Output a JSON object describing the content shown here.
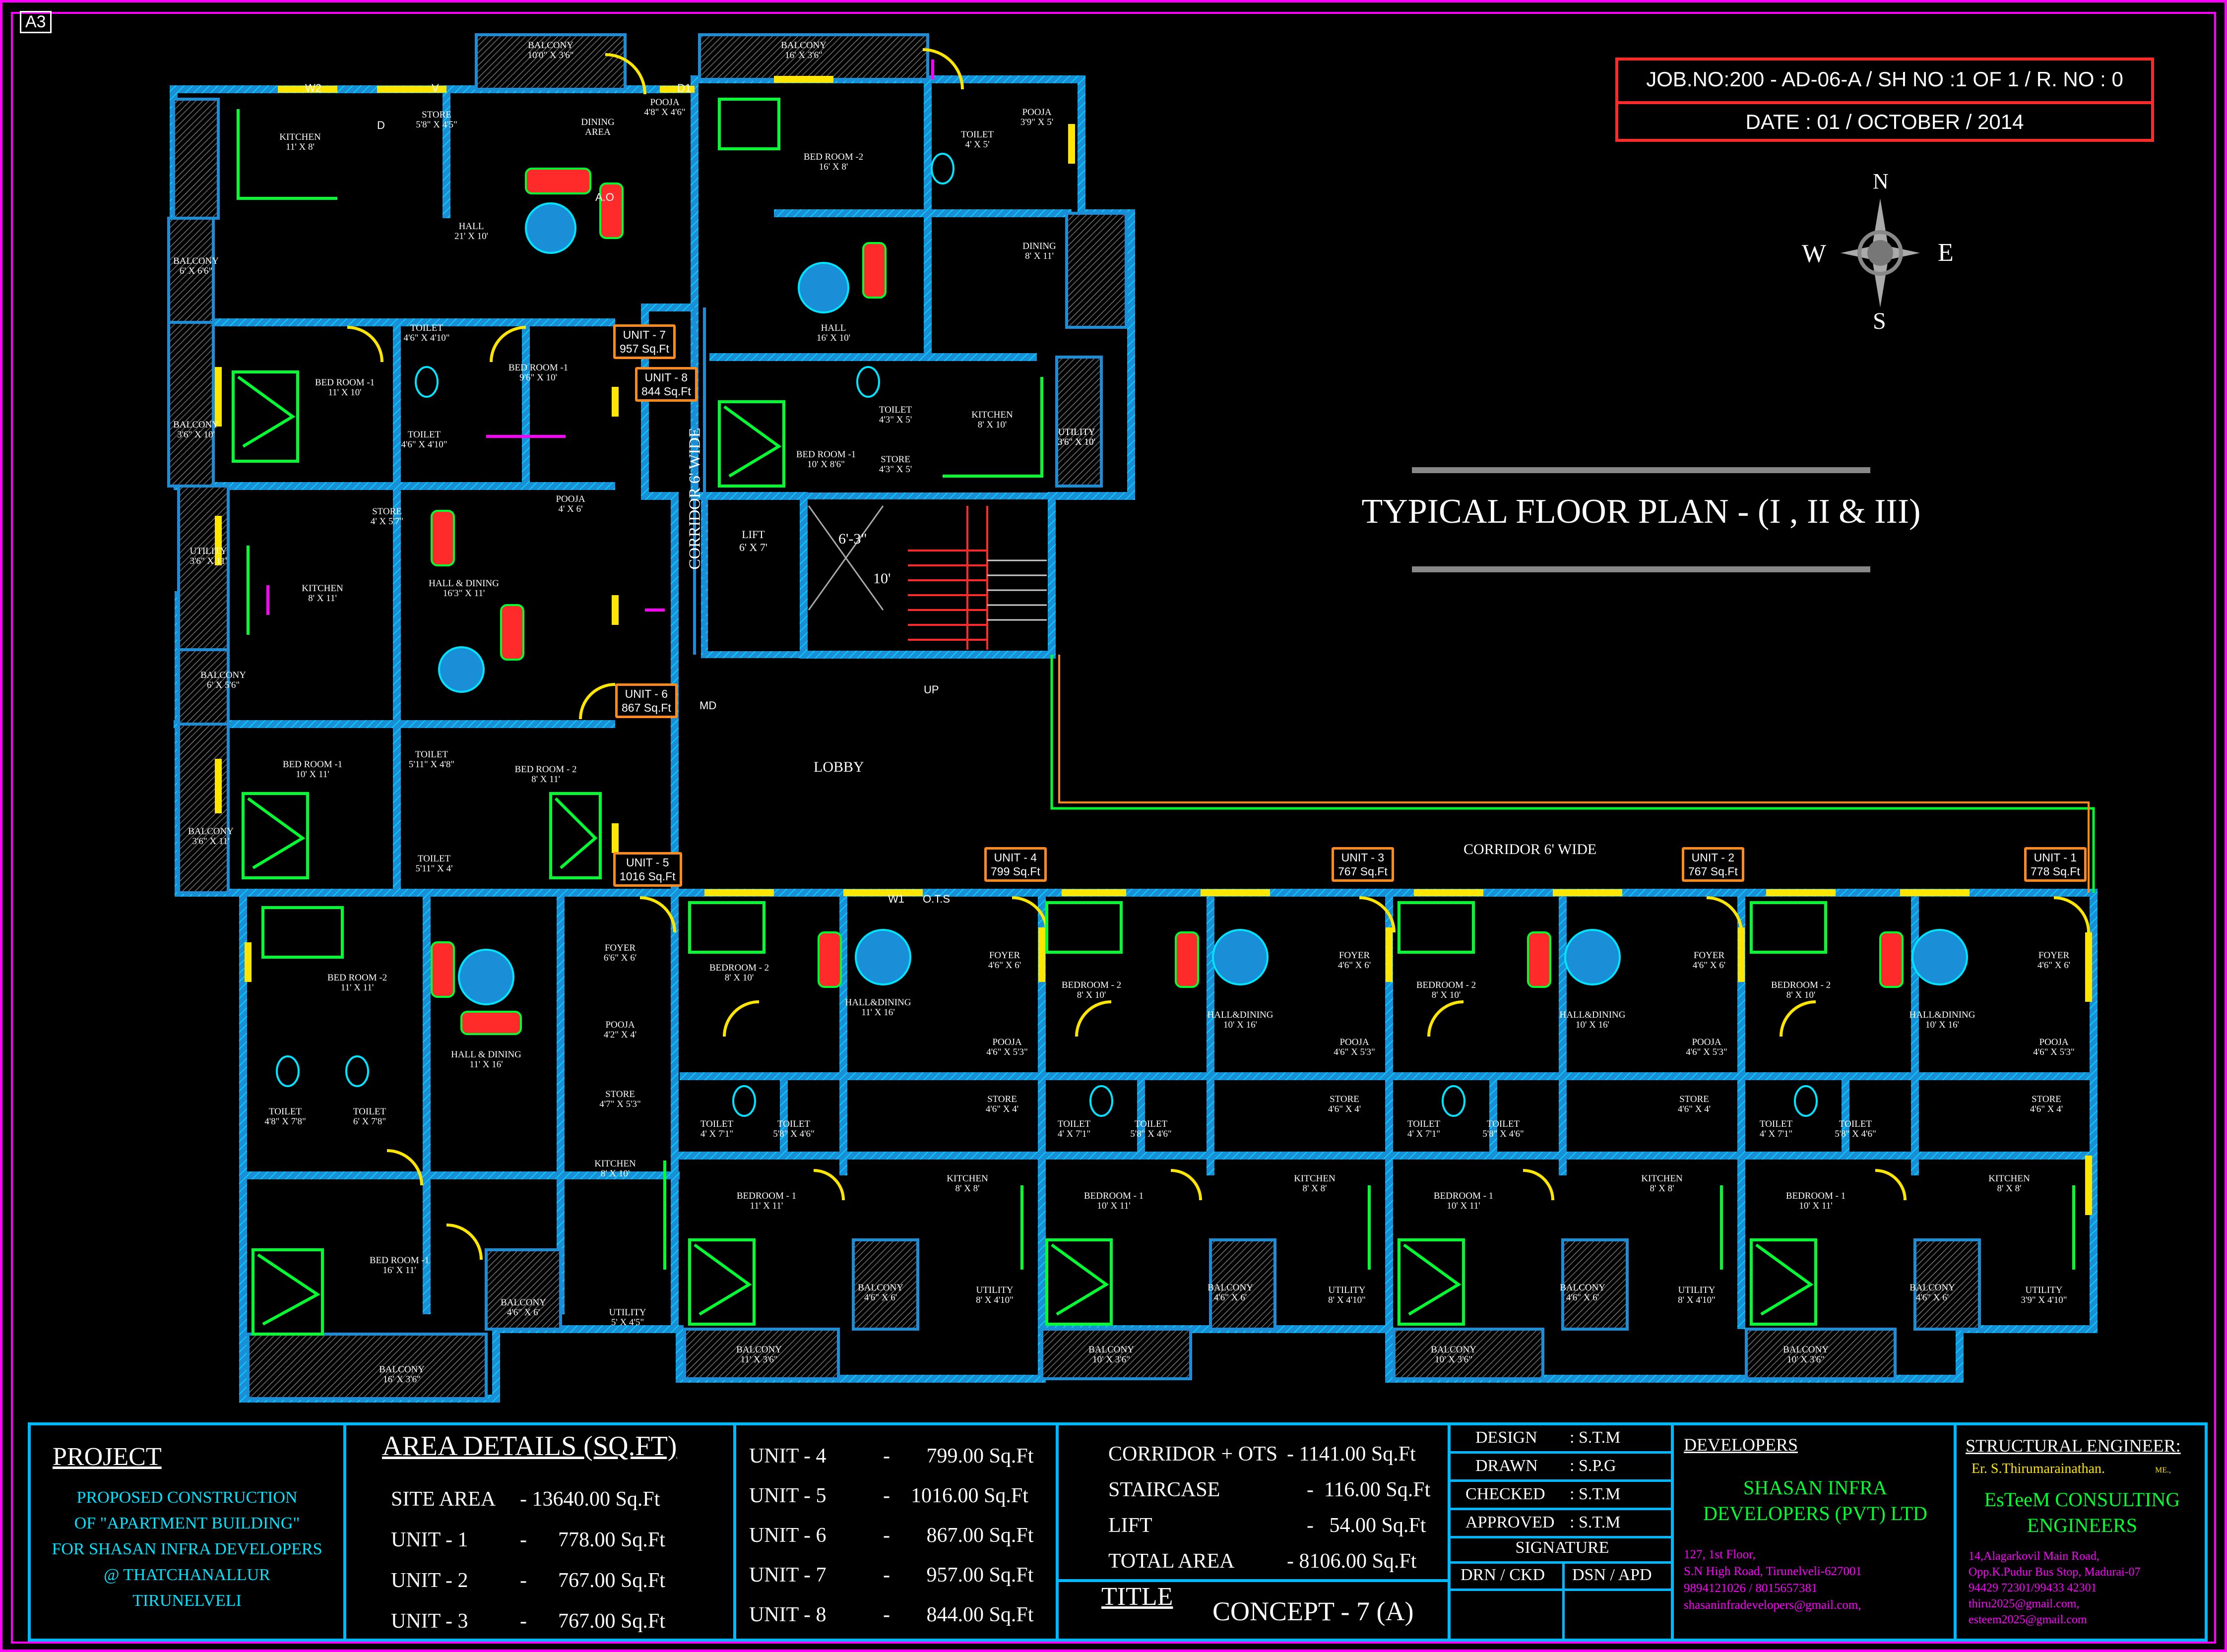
{
  "sheet": {
    "size_tag": "A3"
  },
  "job_box": {
    "job_line": "JOB.NO:200 - AD-06-A / SH NO :1 OF 1 / R. NO : 0",
    "date_line": "DATE : 01 / OCTOBER / 2014"
  },
  "compass": {
    "n": "N",
    "s": "S",
    "e": "E",
    "w": "W"
  },
  "drawing_title": "TYPICAL FLOOR PLAN - (I , II & III)",
  "plan_labels": {
    "corridor_vertical": "CORRIDOR 6' WIDE",
    "corridor_horizontal": "CORRIDOR 6' WIDE",
    "lobby": "LOBBY",
    "lift": "LIFT\n6' X 7'",
    "stair_width": "6'-3\"",
    "stair_len": "10'",
    "up": "UP"
  },
  "units_tags": [
    {
      "name": "UNIT - 7",
      "area": "957 Sq.Ft"
    },
    {
      "name": "UNIT - 8",
      "area": "844 Sq.Ft"
    },
    {
      "name": "UNIT - 6",
      "area": "867 Sq.Ft"
    },
    {
      "name": "UNIT - 5",
      "area": "1016 Sq.Ft"
    },
    {
      "name": "UNIT - 4",
      "area": "799 Sq.Ft"
    },
    {
      "name": "UNIT - 3",
      "area": "767 Sq.Ft"
    },
    {
      "name": "UNIT - 2",
      "area": "767 Sq.Ft"
    },
    {
      "name": "UNIT - 1",
      "area": "778 Sq.Ft"
    }
  ],
  "rooms": [
    "BALCONY\n10'0\" X 3'6\"",
    "BALCONY\n16' X 3'6\"",
    "KITCHEN\n11' X 8'",
    "STORE\n5'8\" X 4'5\"",
    "DINING\nAREA",
    "POOJA\n4'8\" X 4'6\"",
    "BED ROOM -2\n16' X 8'",
    "TOILET\n4' X 5'",
    "POOJA\n3'9\" X 5'",
    "UTILITY\n3'6\" X 10'",
    "HALL\n21' X 10'",
    "BALCONY\n6' X 6'6\"",
    "DINING\n8' X 11'",
    "HALL\n16' X 10'",
    "BED ROOM -1\n11' X 10'",
    "TOILET\n4'6\" X 4'10\"",
    "BED ROOM -1\n9'6\" X 10'",
    "TOILET\n4'6\" X 4'10\"",
    "BALCONY\n3'6\" X 10'",
    "BED ROOM -1\n10' X 8'6\"",
    "TOILET\n4'3\" X 5'",
    "STORE\n4'3\" X 5'",
    "KITCHEN\n8' X 10'",
    "UTILITY\n3'6\" X 10'",
    "STORE\n4' X 5'7\"",
    "POOJA\n4' X 6'",
    "UTILITY\n3'6\" X 11'",
    "KITCHEN\n8' X 11'",
    "HALL & DINING\n16'3\" X 11'",
    "BALCONY\n6' X 5'6\"",
    "BED ROOM -1\n10' X 11'",
    "TOILET\n5'11\" X 4'8\"",
    "BED ROOM - 2\n8' X 11'",
    "BALCONY\n3'6\" X 11'",
    "TOILET\n5'11\" X 4'",
    "BED ROOM -2\n11' X 11'",
    "FOYER\n6'6\" X 6'",
    "HALL & DINING\n11' X 16'",
    "POOJA\n4'2\" X 4'",
    "TOILET\n4'8\" X 7'8\"",
    "TOILET\n6' X 7'8\"",
    "STORE\n4'7\" X 5'3\"",
    "KITCHEN\n8' X 10'",
    "BED ROOM -1\n16' X 11'",
    "BALCONY\n4'6\" X 6'",
    "UTILITY\n5' X 4'5\"",
    "BALCONY\n16' X 3'6\"",
    "BEDROOM - 2\n8' X 10'",
    "FOYER\n4'6\" X 6'",
    "HALL&DINING\n11' X 16'",
    "POOJA\n4'6\" X 5'3\"",
    "TOILET\n4' X 7'1\"",
    "TOILET\n5'8\" X 4'6\"",
    "STORE\n4'6\" X 4'",
    "BEDROOM - 1\n11' X 11'",
    "KITCHEN\n8' X 8'",
    "BALCONY\n4'6\" X 6'",
    "UTILITY\n8' X 4'10\"",
    "BALCONY\n11' X 3'6\"",
    "BEDROOM - 2\n8' X 10'",
    "FOYER\n4'6\" X 6'",
    "HALL&DINING\n10' X 16'",
    "POOJA\n4'6\" X 5'3\"",
    "TOILET\n4' X 7'1\"",
    "TOILET\n5'8\" X 4'6\"",
    "STORE\n4'6\" X 4'",
    "BEDROOM - 1\n10' X 11'",
    "KITCHEN\n8' X 8'",
    "BALCONY\n4'6\" X 6'",
    "UTILITY\n8' X 4'10\"",
    "BALCONY\n10' X 3'6\"",
    "BEDROOM - 2\n8' X 10'",
    "FOYER\n4'6\" X 6'",
    "HALL&DINING\n10' X 16'",
    "POOJA\n4'6\" X 5'3\"",
    "TOILET\n4' X 7'1\"",
    "TOILET\n5'8\" X 4'6\"",
    "STORE\n4'6\" X 4'",
    "BEDROOM - 1\n10' X 11'",
    "KITCHEN\n8' X 8'",
    "BALCONY\n4'6\" X 6'",
    "UTILITY\n8' X 4'10\"",
    "BALCONY\n10' X 3'6\"",
    "BEDROOM - 2\n8' X 10'",
    "FOYER\n4'6\" X 6'",
    "HALL&DINING\n10' X 16'",
    "POOJA\n4'6\" X 5'3\"",
    "TOILET\n4' X 7'1\"",
    "TOILET\n5'8\" X 4'6\"",
    "STORE\n4'6\" X 4'",
    "BEDROOM - 1\n10' X 11'",
    "KITCHEN\n8' X 8'",
    "BALCONY\n4'6\" X 6'",
    "UTILITY\n3'9\" X 4'10\"",
    "BALCONY\n10' X 3'6\""
  ],
  "door_tags": [
    "W2",
    "V",
    "D1",
    "D",
    "A.O",
    "MD",
    "W1",
    "O.T.S"
  ],
  "footer": {
    "project_heading": "PROJECT",
    "project_lines": [
      "PROPOSED CONSTRUCTION",
      "OF \"APARTMENT BUILDING\"",
      "FOR SHASAN INFRA DEVELOPERS",
      "@ THATCHANALLUR",
      "TIRUNELVELI"
    ],
    "area_heading": "AREA DETAILS (SQ.FT)",
    "area_left": [
      {
        "label": "SITE AREA",
        "value": "- 13640.00 Sq.Ft"
      },
      {
        "label": "UNIT - 1",
        "value": "-      778.00 Sq.Ft"
      },
      {
        "label": "UNIT - 2",
        "value": "-      767.00 Sq.Ft"
      },
      {
        "label": "UNIT - 3",
        "value": "-      767.00 Sq.Ft"
      }
    ],
    "area_mid": [
      {
        "label": "UNIT - 4",
        "value": "-       799.00 Sq.Ft"
      },
      {
        "label": "UNIT - 5",
        "value": "-    1016.00 Sq.Ft"
      },
      {
        "label": "UNIT - 6",
        "value": "-       867.00 Sq.Ft"
      },
      {
        "label": "UNIT - 7",
        "value": "-       957.00 Sq.Ft"
      },
      {
        "label": "UNIT - 8",
        "value": "-       844.00 Sq.Ft"
      }
    ],
    "area_right": [
      {
        "label": "CORRIDOR + OTS",
        "value": "- 1141.00 Sq.Ft"
      },
      {
        "label": "STAIRCASE",
        "value": "-  116.00 Sq.Ft"
      },
      {
        "label": "LIFT",
        "value": "-   54.00 Sq.Ft"
      },
      {
        "label": "TOTAL AREA",
        "value": "- 8106.00 Sq.Ft"
      }
    ],
    "title_heading": "TITLE",
    "title_value": "CONCEPT - 7 (A)",
    "sign_rows": [
      {
        "label": "DESIGN",
        "value": ": S.T.M"
      },
      {
        "label": "DRAWN",
        "value": ": S.P.G"
      },
      {
        "label": "CHECKED",
        "value": ": S.T.M"
      },
      {
        "label": "APPROVED",
        "value": ": S.T.M"
      }
    ],
    "signature": "SIGNATURE",
    "drn_ckd": "DRN / CKD",
    "dsn_apd": "DSN / APD",
    "developers_heading": "DEVELOPERS",
    "developer_name": "SHASAN INFRA\nDEVELOPERS (PVT) LTD",
    "developer_address": [
      "127, 1st Floor,",
      "S.N High Road, Tirunelveli-627001",
      "9894121026 / 8015657381",
      "shasaninfradevelopers@gmail.com,"
    ],
    "structural_heading": "STRUCTURAL ENGINEER:",
    "engineer_name": "Er. S.Thirumarainathan.",
    "engineer_degree": "ME.,",
    "firm_name": "EsTeeM CONSULTING\nENGINEERS",
    "firm_address": [
      "14,Alagarkovil Main Road,",
      "Opp.K.Pudur Bus Stop, Madurai-07",
      "94429 72301/99433 42301",
      "thiru2025@gmail.com,",
      "esteem2025@gmail.com"
    ]
  },
  "colors": {
    "frame": "#ff00ff",
    "wall": "#1a8fd8",
    "wall_hatch": "#00e5ff",
    "window": "#ffe600",
    "door": "#ffe600",
    "furniture": "#00ff30",
    "accent_red": "#ff2a2a",
    "unit_tag": "#ff8a1e",
    "footer_border": "#00b8ff"
  }
}
